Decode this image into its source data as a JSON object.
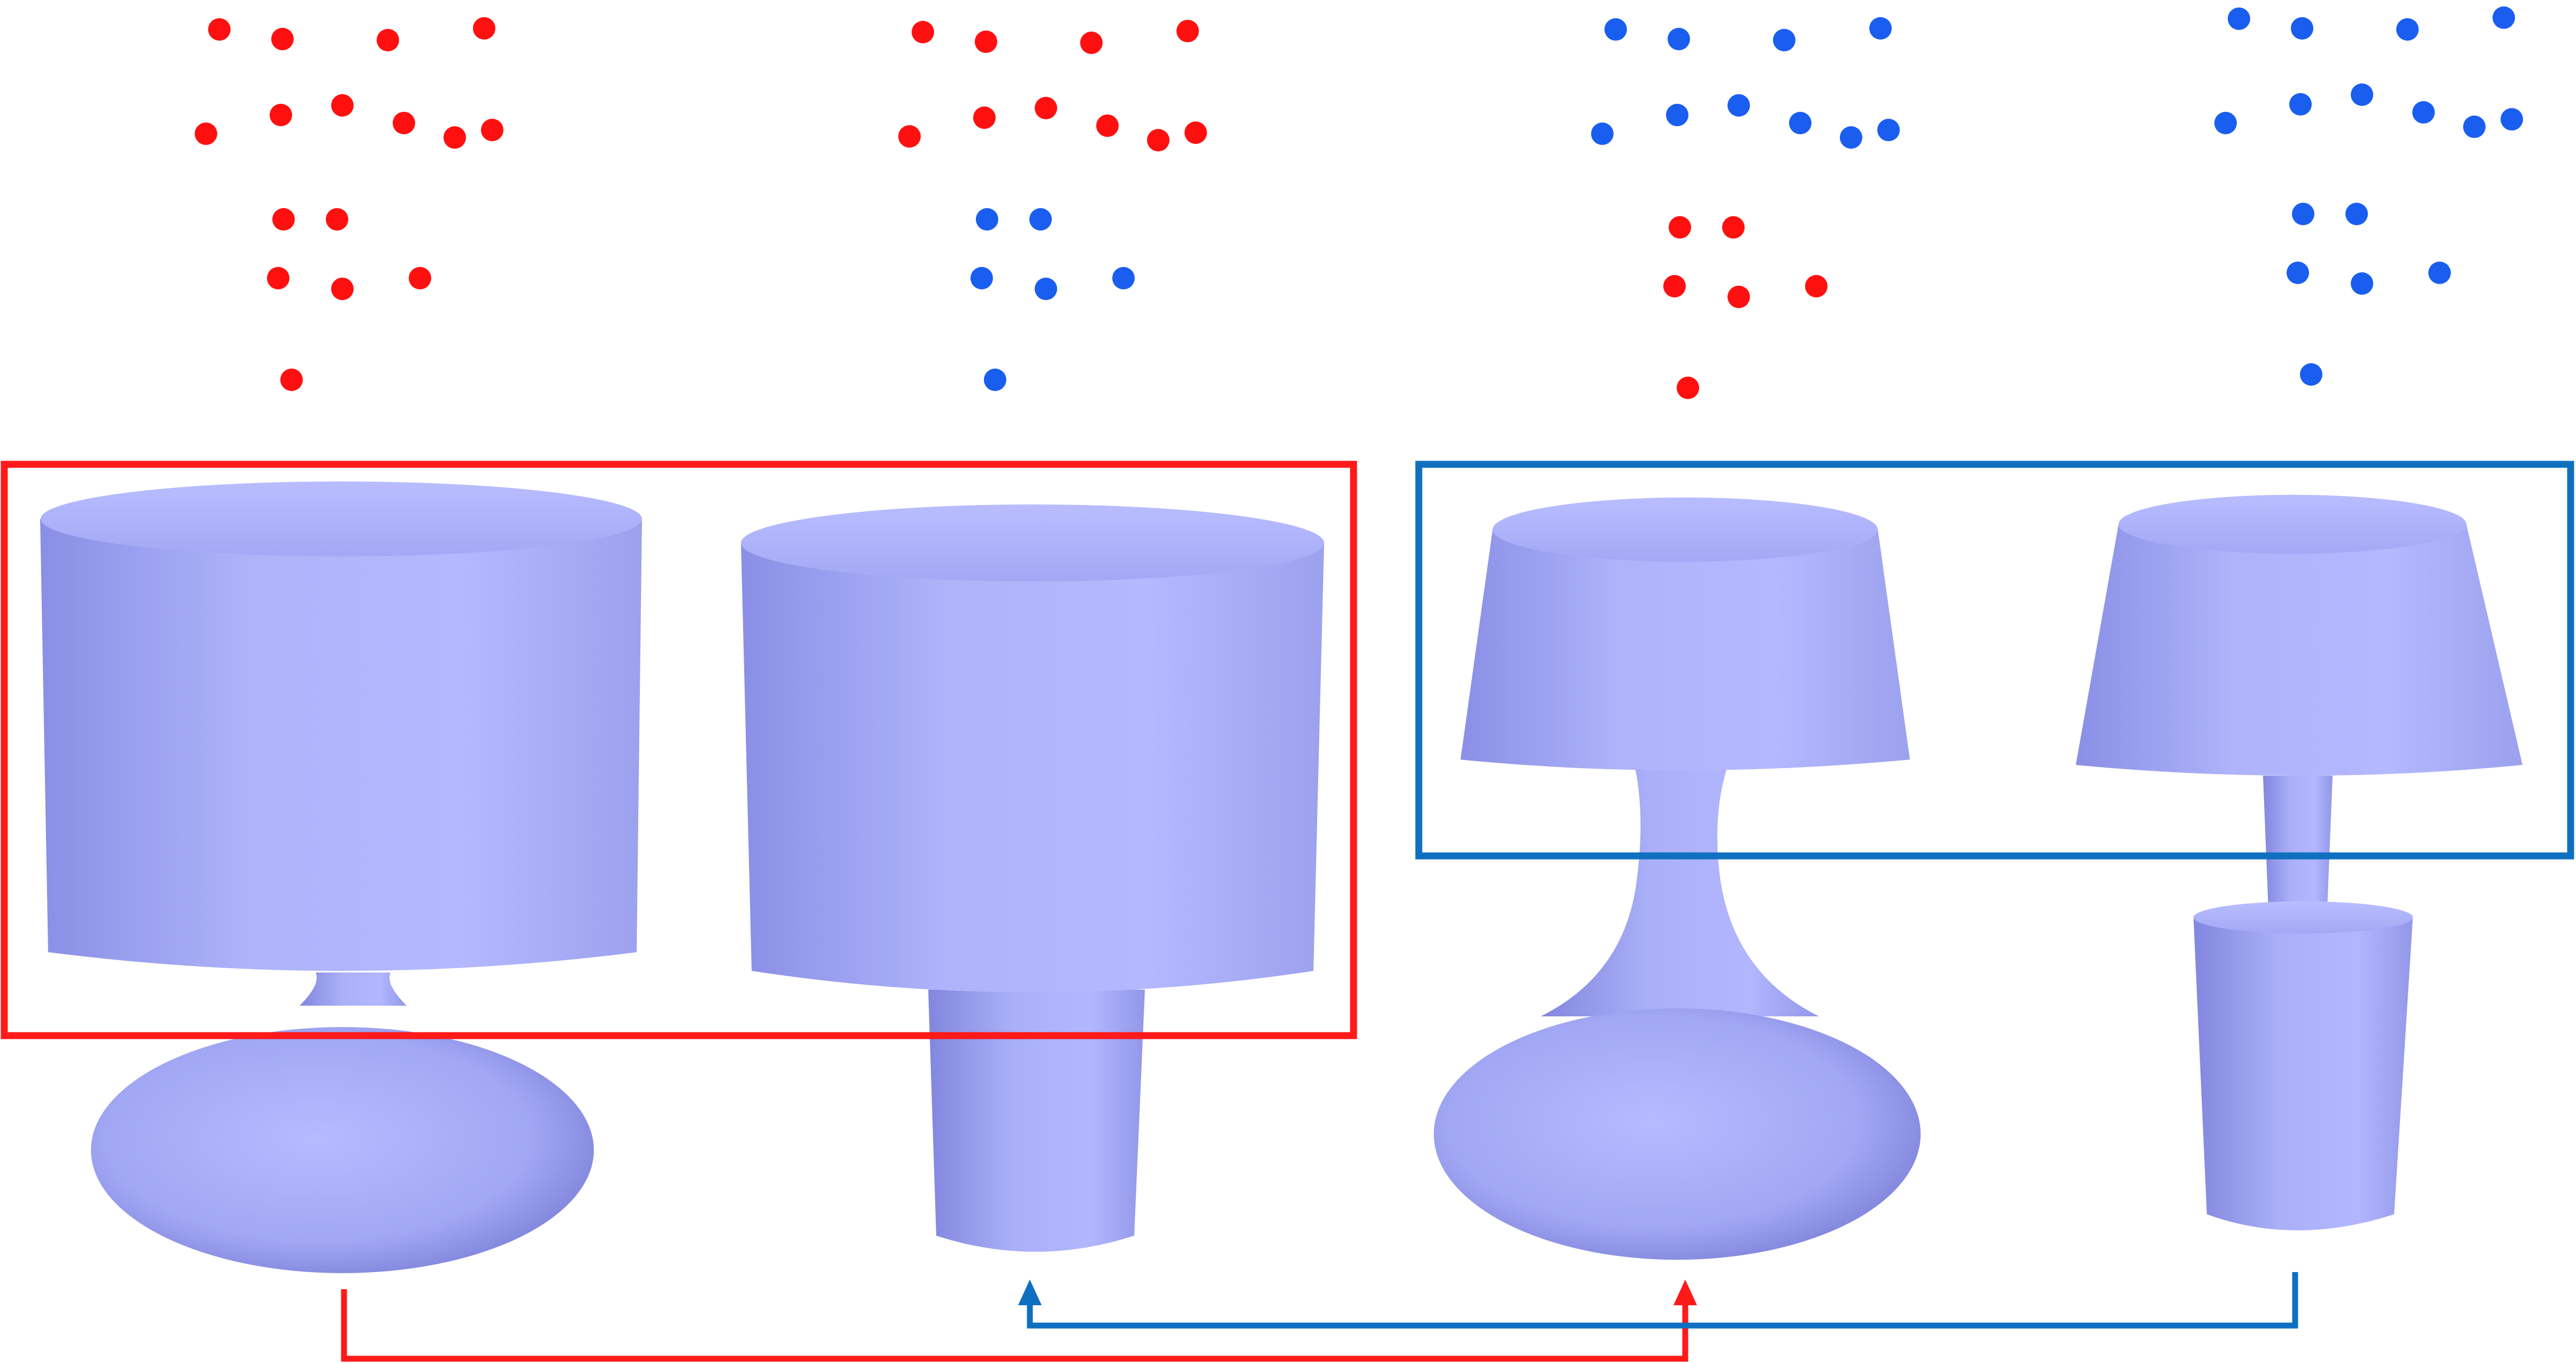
{
  "colors": {
    "group_a": "#ff1010",
    "group_b": "#1a5ef0",
    "frame_a": "#ff1a1a",
    "frame_b": "#1070c0",
    "arrow_a": "#ff1a1a",
    "arrow_b": "#1070c0",
    "lamp_fill": "#a8adf6",
    "lamp_shade_dark": "#7c80d8",
    "lamp_highlight": "#c4c8ff",
    "background": "#ffffff"
  },
  "columns": [
    {
      "id": "lamp-1",
      "keypoints": {
        "shade": "group_a",
        "base": "group_a"
      },
      "shade_shape": "cylinder",
      "base_shape": "round-vase"
    },
    {
      "id": "lamp-2",
      "keypoints": {
        "shade": "group_a",
        "base": "group_b"
      },
      "shade_shape": "cylinder",
      "base_shape": "straight-column"
    },
    {
      "id": "lamp-3",
      "keypoints": {
        "shade": "group_b",
        "base": "group_a"
      },
      "shade_shape": "tapered",
      "base_shape": "round-vase"
    },
    {
      "id": "lamp-4",
      "keypoints": {
        "shade": "group_b",
        "base": "group_b"
      },
      "shade_shape": "tapered",
      "base_shape": "straight-column"
    }
  ],
  "frames": [
    {
      "id": "frame-cylinder-shades",
      "color": "frame_a",
      "encloses": [
        "lamp-1",
        "lamp-2"
      ],
      "part": "shade"
    },
    {
      "id": "frame-tapered-shades",
      "color": "frame_b",
      "encloses": [
        "lamp-3",
        "lamp-4"
      ],
      "part": "shade"
    }
  ],
  "arrows": [
    {
      "id": "arrow-red-base-transfer",
      "color": "arrow_a",
      "from": "lamp-1",
      "to": "lamp-3"
    },
    {
      "id": "arrow-blue-base-transfer",
      "color": "arrow_b",
      "from": "lamp-4",
      "to": "lamp-2"
    }
  ]
}
